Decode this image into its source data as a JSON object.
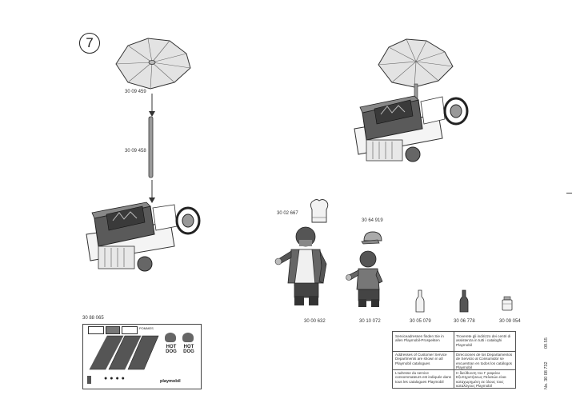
{
  "step_number": "7",
  "parts": {
    "umbrella_canopy": "30 09 459",
    "umbrella_pole": "30 09 458",
    "sticker_sheet": "30 88 065",
    "chef_hat": "30 02 667",
    "cap": "30 64 919",
    "figure_adult": "30 00 632",
    "figure_child": "30 10 072",
    "bottle_clear": "30 05 079",
    "bottle_dark": "30 06 778",
    "jar": "30 09 054"
  },
  "sticker_texts": {
    "hot_dog": "HOT DOG",
    "brand": "playmobil",
    "pommes": "POMMES"
  },
  "service_box": {
    "de": "Serviceadressen finden Sie in allen Playmobil-Prospekten",
    "en": "Addresses of Customer Service Departments are shown in all Playmobil catalogues",
    "fr": "L'adresse du service consommateurs est indiquée dans tous les catalogues Playmobil",
    "it": "Troverete gli indirizzo dei centri di assistenza in tutti i cataloghi Playmobil",
    "es": "Direcciones de los Departamentos de Servicio al Consumidor se encuentran en todos los catálogos Playmobil",
    "gr": "Η διεύθυνση του Γ ραφείου Εξυπηρετήσεως Πελατών είναι καταχωρημένη σε όλους τους καταλόγους Playmobil"
  },
  "side_text": {
    "doc_number": "No. 30 08 732",
    "date": "09.55"
  }
}
